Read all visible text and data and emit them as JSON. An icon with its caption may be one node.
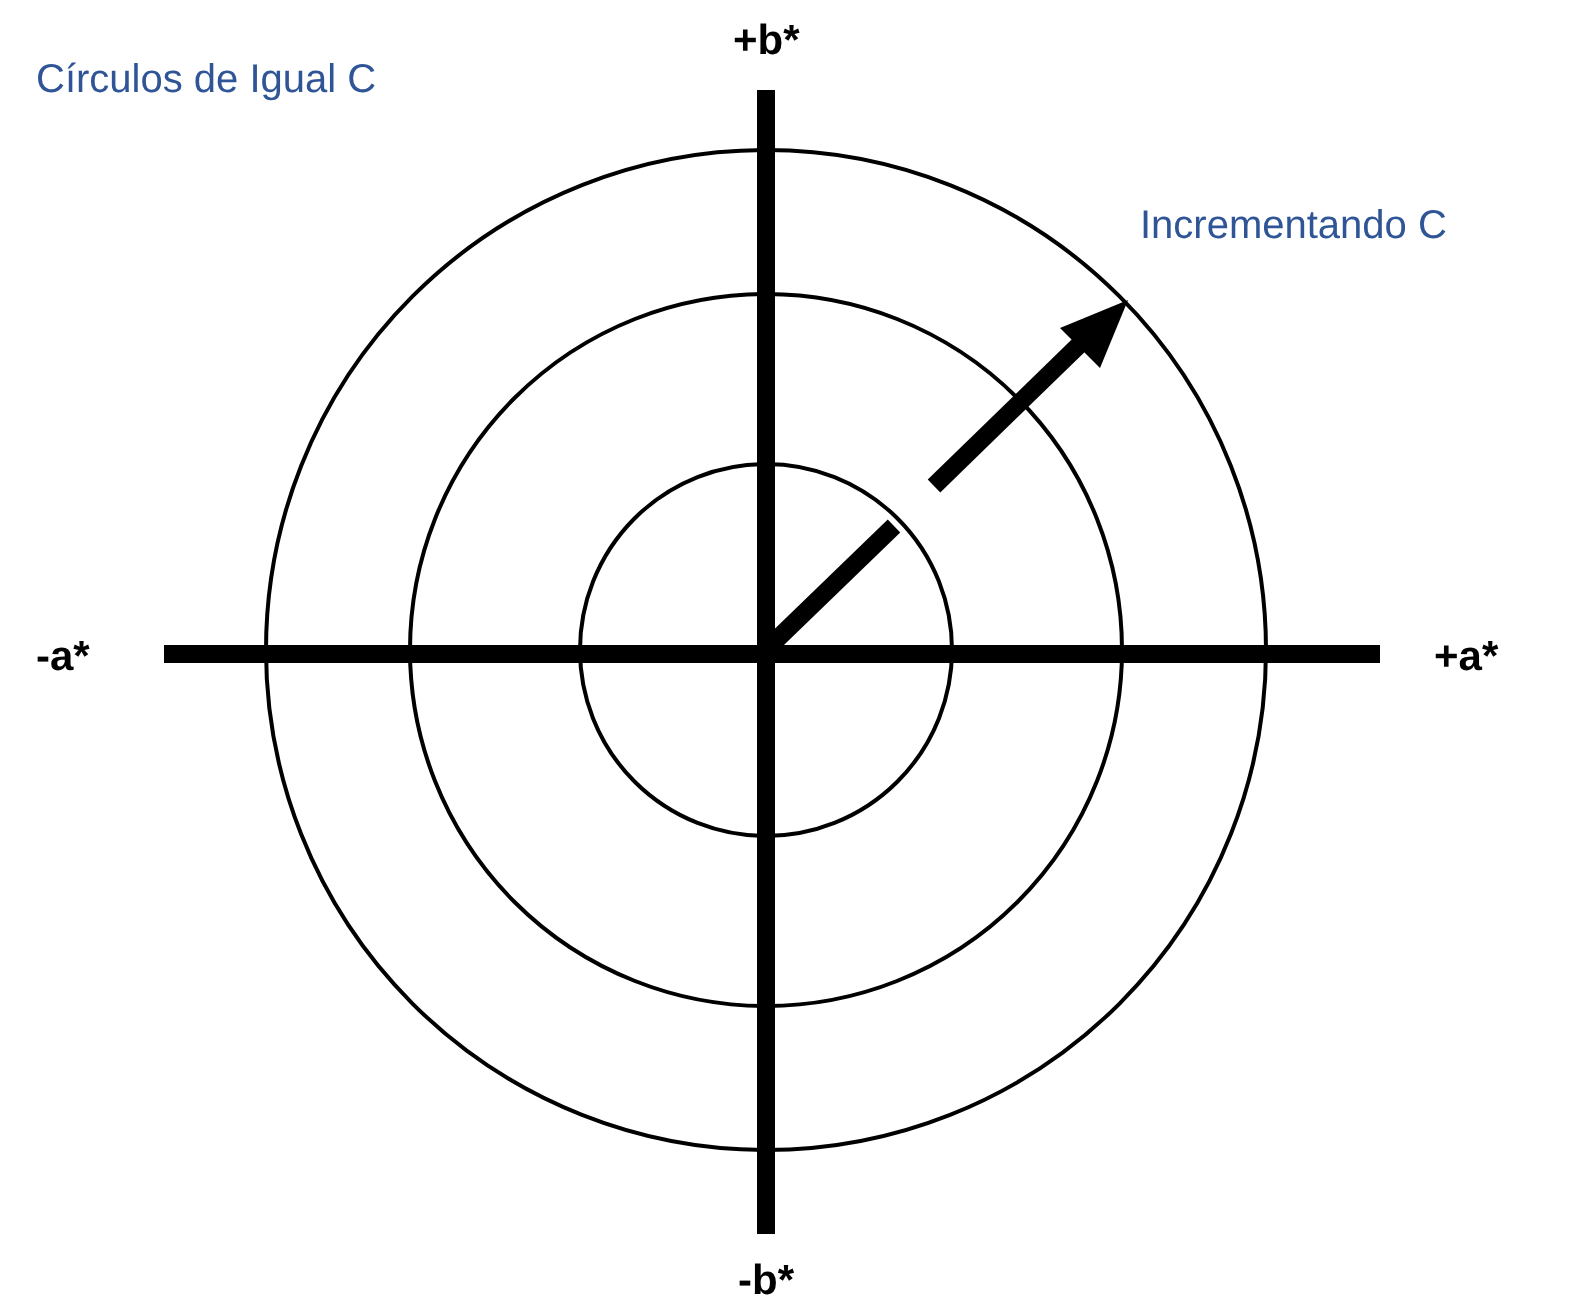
{
  "diagram": {
    "labels": [
      "Círculos de Igual C",
      "+b*",
      "Incrementando C",
      "-a*",
      "+a*",
      "-b*"
    ]
  }
}
